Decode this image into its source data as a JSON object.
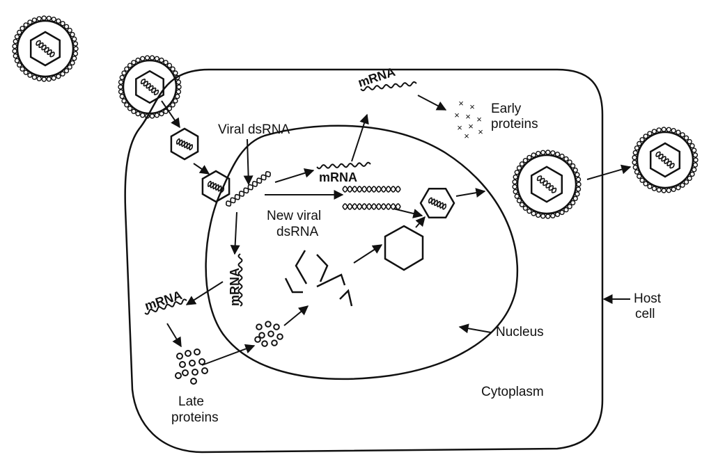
{
  "labels": {
    "viral_dsrna": "Viral dsRNA",
    "mrna_early": "mRNA",
    "early_proteins_1": "Early",
    "early_proteins_2": "proteins",
    "mrna_nucleus": "mRNA",
    "new_viral_1": "New viral",
    "new_viral_2": "dsRNA",
    "mrna_vertical": "mRNA",
    "mrna_late": "mRNA",
    "late_proteins_1": "Late",
    "late_proteins_2": "proteins",
    "nucleus": "Nucleus",
    "host_1": "Host",
    "host_2": "cell",
    "cytoplasm": "Cytoplasm"
  },
  "colors": {
    "ink": "#111111",
    "paper": "#ffffff"
  }
}
